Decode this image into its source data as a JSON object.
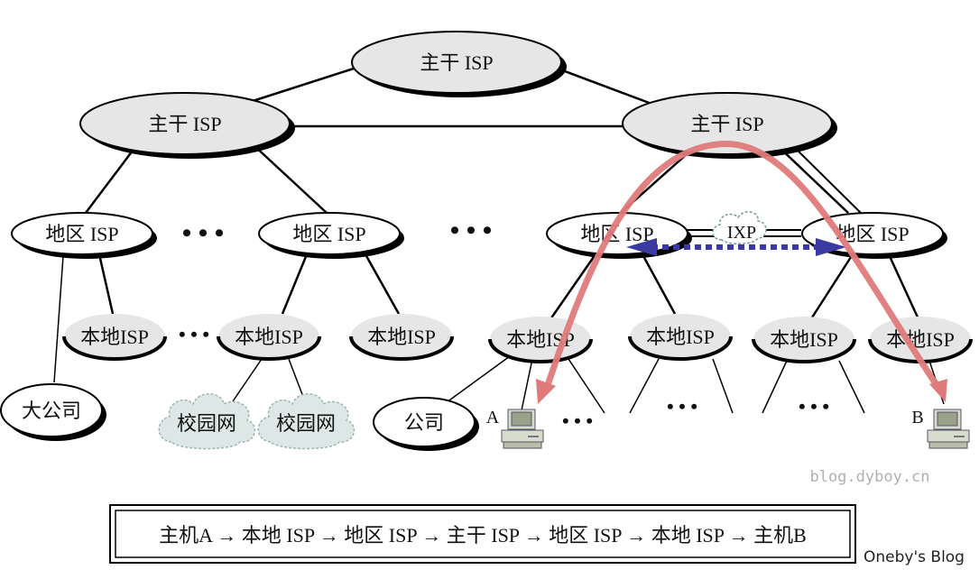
{
  "nodes": {
    "backbone_top": "主干 ISP",
    "backbone_left": "主干 ISP",
    "backbone_right": "主干 ISP",
    "regional_1": "地区 ISP",
    "regional_2": "地区 ISP",
    "regional_3": "地区 ISP",
    "regional_4": "地区 ISP",
    "ixp": "IXP",
    "local_1": "本地ISP",
    "local_2": "本地ISP",
    "local_3": "本地ISP",
    "local_4": "本地ISP",
    "local_5": "本地ISP",
    "local_6": "本地ISP",
    "local_7": "本地ISP",
    "big_company": "大公司",
    "campus_1": "校园网",
    "campus_2": "校园网",
    "company": "公司",
    "host_a": "A",
    "host_b": "B"
  },
  "ellipsis": "• • •",
  "ellipsis_small": "• • •",
  "route_text": "主机A → 本地 ISP → 地区 ISP → 主干 ISP → 地区 ISP → 本地 ISP → 主机B",
  "watermark_site": "blog.dyboy.cn",
  "watermark_blog": "Oneby's Blog",
  "colors": {
    "node_fill": "#e6e6e6",
    "shadow": "#000000",
    "path_arrow": "#e07a7a",
    "ixp_arrow": "#3a3aa0"
  }
}
